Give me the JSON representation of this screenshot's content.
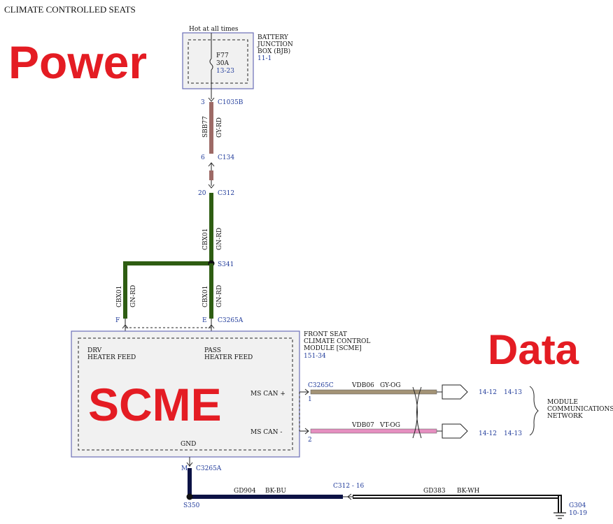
{
  "title": "CLIMATE CONTROLLED SEATS",
  "overlays": {
    "power": "Power",
    "data": "Data",
    "scme": "SCME"
  },
  "bjb": {
    "hot_label": "Hot at all times",
    "fuse": "F77",
    "amps": "30A",
    "ref": "13-23",
    "name_line1": "BATTERY",
    "name_line2": "JUNCTION",
    "name_line3": "BOX (BJB)",
    "page": "11-1"
  },
  "connectors": {
    "c1035b_pin": "3",
    "c1035b": "C1035B",
    "c134_pin": "6",
    "c134": "C134",
    "c312_pin": "20",
    "c312": "C312",
    "s341": "S341",
    "c3265a_pin_f": "F",
    "c3265a_pin_e": "E",
    "c3265a": "C3265A",
    "c3265c": "C3265C",
    "c3265c_pin1": "1",
    "c3265c_pin2": "2",
    "c3265a_pin_m": "M",
    "c3265a_b": "C3265A",
    "s350": "S350",
    "c312_16": "C312  -  16",
    "g304": "G304",
    "g304_page": "10-19"
  },
  "wires": {
    "sbb77": "SBB77",
    "sbb77_color": "GY-RD",
    "cbx01_top": "CBX01",
    "cbx01_top_color": "GN-RD",
    "cbx01_left": "CBX01",
    "cbx01_left_color": "GN-RD",
    "cbx01_right": "CBX01",
    "cbx01_right_color": "GN-RD",
    "vdb06": "VDB06",
    "vdb06_color": "GY-OG",
    "vdb07": "VDB07",
    "vdb07_color": "VT-OG",
    "gd904": "GD904",
    "gd904_color": "BK-BU",
    "gd383": "GD383",
    "gd383_color": "BK-WH"
  },
  "module": {
    "name_line1": "FRONT SEAT",
    "name_line2": "CLIMATE CONTROL",
    "name_line3": "MODULE [SCME]",
    "page": "151-34",
    "drv_line1": "DRV",
    "drv_line2": "HEATER FEED",
    "pass_line1": "PASS",
    "pass_line2": "HEATER FEED",
    "can_plus": "MS CAN +",
    "can_minus": "MS CAN -",
    "gnd": "GND"
  },
  "network": {
    "ref_a1": "14-12",
    "ref_b1": "14-13",
    "ref_a2": "14-12",
    "ref_b2": "14-13",
    "line1": "MODULE",
    "line2": "COMMUNICATIONS",
    "line3": "NETWORK"
  },
  "colors": {
    "green": "#2e5d12",
    "brown": "#9d6a66",
    "gray_og": "#a39376",
    "pink": "#e58fc0",
    "navy": "#0c1245",
    "box_border": "#6a6fb8",
    "box_fill": "#f1f1f1",
    "red": "#e41c23"
  }
}
